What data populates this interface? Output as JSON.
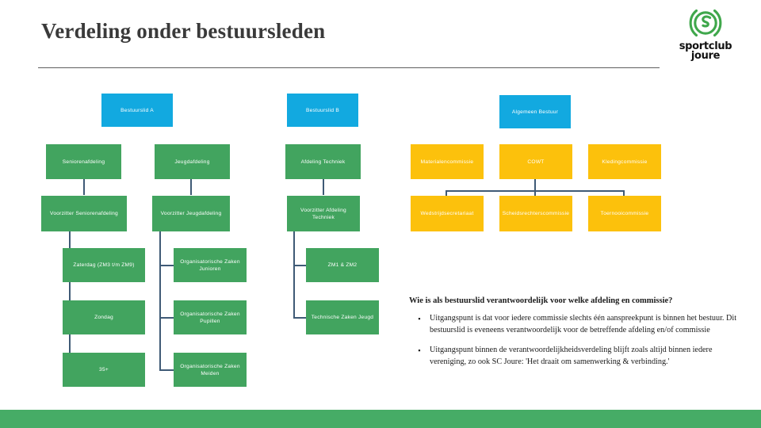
{
  "slide": {
    "title": "Verdeling onder bestuursleden",
    "logo": {
      "line1": "sportclub",
      "line2": "joure",
      "mark_name": "sportclub-joure-emblem"
    },
    "colors": {
      "blue": "#12A9E0",
      "green": "#42A45F",
      "yellow": "#FCC10C",
      "connector": "#3F5A76",
      "band": "#46AC66",
      "title": "#3A3A3A"
    }
  },
  "chart": {
    "roots": [
      {
        "id": "bestuurslid-a",
        "label": "Bestuurslid A",
        "color": "blue"
      },
      {
        "id": "bestuurslid-b",
        "label": "Bestuurslid B",
        "color": "blue"
      },
      {
        "id": "algemeen-bestuur",
        "label": "Algemeen Bestuur",
        "color": "blue"
      }
    ],
    "departments": [
      {
        "id": "seniorenafdeling",
        "label": "Seniorenafdeling",
        "color": "green"
      },
      {
        "id": "jeugdafdeling",
        "label": "Jeugdafdeling",
        "color": "green"
      },
      {
        "id": "afdeling-techniek",
        "label": "Afdeling Techniek",
        "color": "green"
      }
    ],
    "chairs": [
      {
        "id": "voorzitter-seniorenafdeling",
        "label": "Voorzitter Seniorenafdeling",
        "color": "green"
      },
      {
        "id": "voorzitter-jeugdafdeling",
        "label": "Voorzitter Jeugdafdeling",
        "color": "green"
      },
      {
        "id": "voorzitter-afdeling-techniek",
        "label": "Voorzitter Afdeling Techniek",
        "color": "green"
      }
    ],
    "senioren_children": [
      {
        "id": "zaterdag",
        "label": "Zaterdag (ZM3 t/m ZM9)",
        "color": "green"
      },
      {
        "id": "zondag",
        "label": "Zondag",
        "color": "green"
      },
      {
        "id": "35plus",
        "label": "35+",
        "color": "green"
      }
    ],
    "jeugd_children": [
      {
        "id": "oz-junioren",
        "label": "Organisatorische Zaken Junioren",
        "color": "green"
      },
      {
        "id": "oz-pupillen",
        "label": "Organisatorische Zaken Pupillen",
        "color": "green"
      },
      {
        "id": "oz-meiden",
        "label": "Organisatorische Zaken Meiden",
        "color": "green"
      }
    ],
    "techniek_children": [
      {
        "id": "zm1-zm2",
        "label": "ZM1 & ZM2",
        "color": "green"
      },
      {
        "id": "technische-zaken-jeugd",
        "label": "Technische Zaken Jeugd",
        "color": "green"
      }
    ],
    "commissions_row1": [
      {
        "id": "materialencommissie",
        "label": "Materialencommissie",
        "color": "yellow"
      },
      {
        "id": "cowt",
        "label": "COWT",
        "color": "yellow"
      },
      {
        "id": "kledingcommissie",
        "label": "Kledingcommissie",
        "color": "yellow"
      }
    ],
    "commissions_row2": [
      {
        "id": "wedstrijdsecretariaat",
        "label": "Wedstrijdsecretariaat",
        "color": "yellow"
      },
      {
        "id": "scheidsrechterscommissie",
        "label": "Scheidsrechterscommissie",
        "color": "yellow"
      },
      {
        "id": "toernooicommissie",
        "label": "Toernooicommissie",
        "color": "yellow"
      }
    ]
  },
  "qa": {
    "heading": "Wie is als bestuurslid verantwoordelijk voor welke afdeling en commissie?",
    "bullet_glyph": "▪",
    "items": [
      "Uitgangspunt is dat voor iedere commissie slechts één aanspreekpunt is binnen het bestuur. Dit bestuurslid is eveneens verantwoordelijk voor de betreffende afdeling en/of commissie",
      "Uitgangspunt binnen de verantwoordelijkheidsverdeling blijft zoals altijd binnen iedere vereniging, zo ook SC Joure: 'Het draait om samenwerking & verbinding.'"
    ]
  }
}
